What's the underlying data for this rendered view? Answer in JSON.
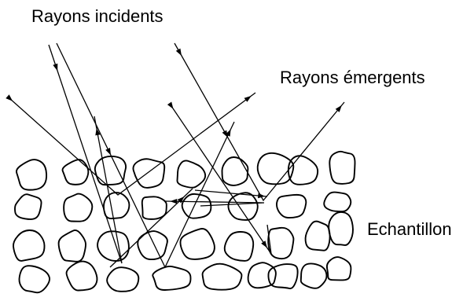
{
  "labels": {
    "incident_rays": "Rayons incidents",
    "emergent_rays": "Rayons émergents",
    "sample": "Echantillon"
  },
  "colors": {
    "ink": "#000000",
    "background": "#ffffff"
  }
}
